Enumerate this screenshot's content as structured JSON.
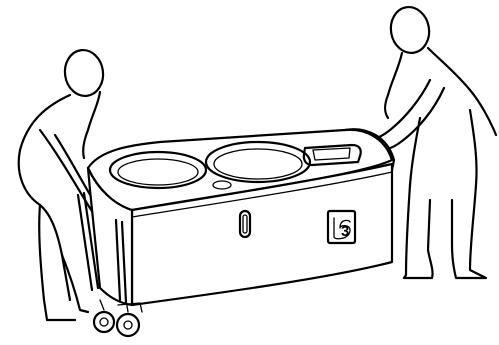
{
  "illustration": {
    "subject": "two-person-lift-of-wheeled-cabinet",
    "people": 2,
    "colors": {
      "line": "#000000",
      "background": "#ffffff"
    }
  },
  "logo": {
    "text": "3"
  }
}
